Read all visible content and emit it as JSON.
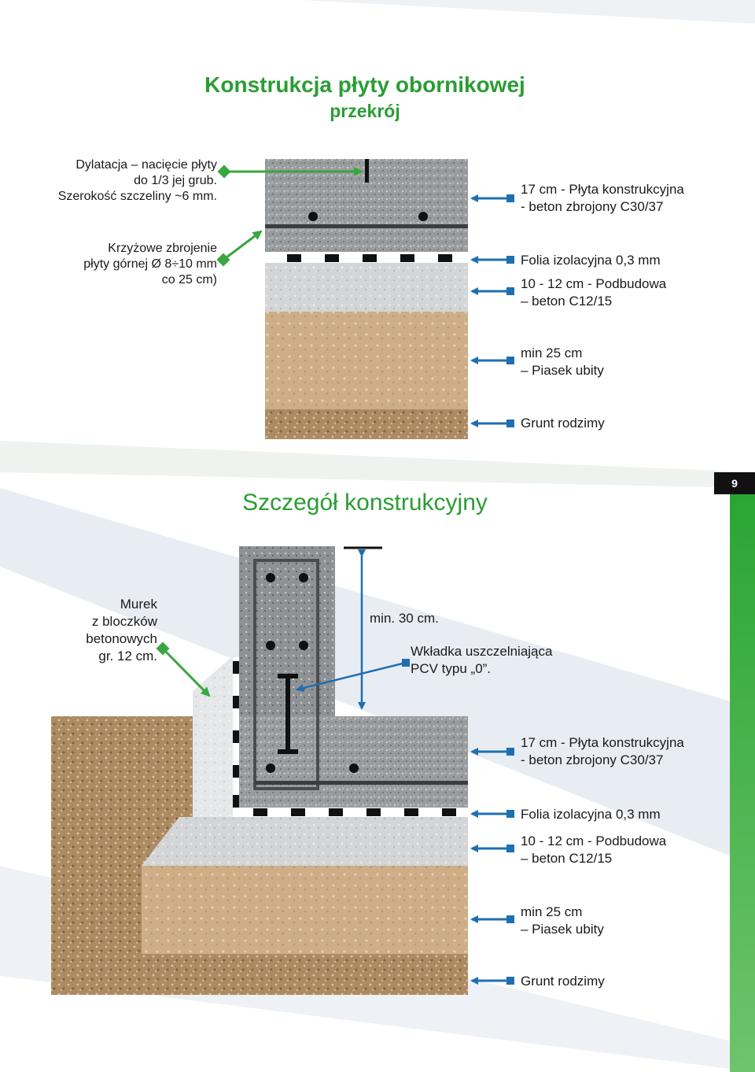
{
  "page_number": "9",
  "colors": {
    "title_green": "#2a9d34",
    "arrow_blue": "#1f6fb0",
    "arrow_green": "#3aa63f",
    "concrete": "#9c9fa1",
    "subbase": "#d4d6d8",
    "sand": "#cfb18a",
    "soil": "#b18f67"
  },
  "section1": {
    "title": "Konstrukcja płyty obornikowej",
    "subtitle": "przekrój",
    "left_labels": {
      "dilatation": [
        "Dylatacja – nacięcie płyty",
        "do 1/3 jej grub.",
        "Szerokość szczeliny ~6 mm."
      ],
      "reinforcement": [
        "Krzyżowe zbrojenie",
        "płyty górnej Ø 8÷10 mm",
        "co 25 cm)"
      ]
    },
    "layers": [
      {
        "name": "plate",
        "label": [
          "17 cm - Płyta konstrukcyjna",
          "- beton zbrojony C30/37"
        ]
      },
      {
        "name": "foil",
        "label": [
          "Folia izolacyjna 0,3 mm"
        ]
      },
      {
        "name": "subbase",
        "label": [
          "10 - 12 cm - Podbudowa",
          "– beton C12/15"
        ]
      },
      {
        "name": "sand",
        "label": [
          "min 25 cm",
          "– Piasek ubity"
        ]
      },
      {
        "name": "soil",
        "label": [
          "Grunt rodzimy"
        ]
      }
    ]
  },
  "section2": {
    "title": "Szczegół konstrukcyjny",
    "wall_label": [
      "Murek",
      "z bloczków",
      "betonowych",
      "gr. 12 cm."
    ],
    "height_label": "min. 30 cm.",
    "insert_label": [
      "Wkładka uszczelniająca",
      "PCV typu „0”."
    ],
    "layers": [
      {
        "name": "plate",
        "label": [
          "17 cm - Płyta konstrukcyjna",
          "- beton zbrojony C30/37"
        ]
      },
      {
        "name": "foil",
        "label": [
          "Folia izolacyjna 0,3 mm"
        ]
      },
      {
        "name": "subbase",
        "label": [
          "10 - 12 cm - Podbudowa",
          "– beton C12/15"
        ]
      },
      {
        "name": "sand",
        "label": [
          "min 25 cm",
          "– Piasek ubity"
        ]
      },
      {
        "name": "soil",
        "label": [
          "Grunt rodzimy"
        ]
      }
    ]
  }
}
